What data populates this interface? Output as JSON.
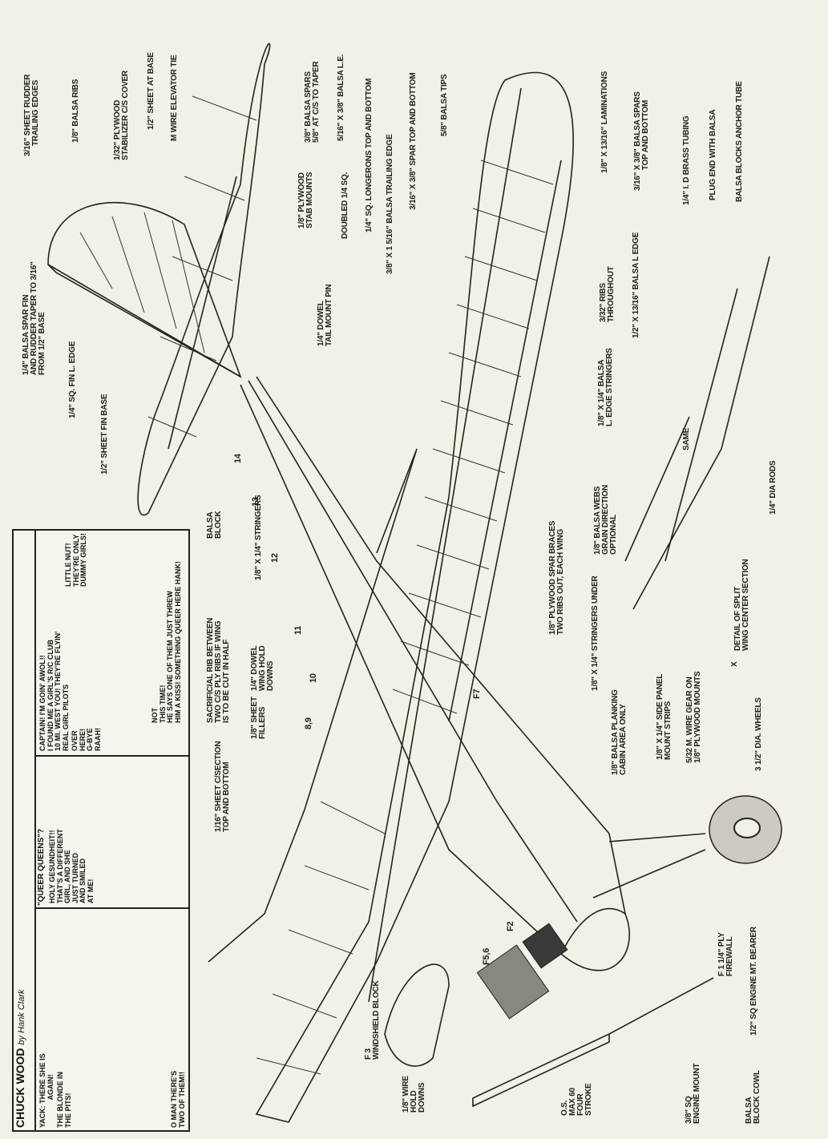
{
  "labels": [
    {
      "text": "3/16\" SHEET RUDDER\n     TRAILING EDGES"
    },
    {
      "text": "1/8\" BALSA RIBS"
    },
    {
      "text": "1/32\" PLYWOOD\nSTABILIZER C/S COVER"
    },
    {
      "text": "1/2\" SHEET AT BASE"
    },
    {
      "text": "M WIRE ELEVATOR TIE"
    },
    {
      "text": "3/8\" BALSA SPARS\n5/8\" AT C/S TO TAPER"
    },
    {
      "text": "5/16\" X 3/8\" BALSA L.E."
    },
    {
      "text": "1/4\" BALSA SPAR FIN\nAND RUDDER TAPER TO 3/16\"\nFROM 1/2\" BASE"
    },
    {
      "text": "1/4\" SQ. FIN L. EDGE"
    },
    {
      "text": "1/2\" SHEET FIN BASE"
    },
    {
      "text": "1/8\" PLYWOOD\nSTAB MOUNTS"
    },
    {
      "text": "DOUBLED 1/4 SQ."
    },
    {
      "text": "1/4\" DOWEL\nTAIL MOUNT PIN"
    },
    {
      "text": "1/4\" SQ. LONGERONS TOP AND BOTTOM"
    },
    {
      "text": "3/8\" X 1 5/16\" BALSA TRAILING EDGE"
    },
    {
      "text": "3/16\" X 3/8\" SPAR TOP AND BOTTOM"
    },
    {
      "text": "5/8\" BALSA TIPS"
    },
    {
      "text": "1/8\" X 13/16\" LAMINATIONS"
    },
    {
      "text": "3/16\" X 3/8\" BALSA SPARS\n          TOP AND BOTTOM"
    },
    {
      "text": "1/4\" I. D BRASS TUBING"
    },
    {
      "text": "PLUG END WITH BALSA"
    },
    {
      "text": "BALSA BLOCKS ANCHOR TUBE"
    },
    {
      "text": "3/32\" RIBS\nTHROUGHOUT"
    },
    {
      "text": "1/2\" X 13/16\" BALSA L EDGE"
    },
    {
      "text": "1/8\" X 1/4\" BALSA\nL. EDGE STRINGERS"
    },
    {
      "text": "1/8\" BALSA WEBS\nGRAIN DIRECTION\nOPTIONAL"
    },
    {
      "text": "1/8\" PLYWOOD SPAR BRACES\nTWO RIBS OUT, EACH WING"
    },
    {
      "text": "1/8\" X 1/4\" STRINGERS UNDER"
    },
    {
      "text": "1/8\" BALSA PLANKING\nCABIN AREA ONLY"
    },
    {
      "text": "1/8\" X 1/4\" SIDE PANEL\nMOUNT STRIPS"
    },
    {
      "text": "5/32 M. WIRE GEAR ON\n1/8\" PLYWOOD MOUNTS"
    },
    {
      "text": "X"
    },
    {
      "text": "DETAIL OF SPLIT\nWING CENTER SECTION"
    },
    {
      "text": "3 1/2\" DIA. WHEELS"
    },
    {
      "text": "1/4\" DIA RODS"
    },
    {
      "text": "SAME"
    },
    {
      "text": "F 1 1/4\" PLY\nFIREWALL"
    },
    {
      "text": "1/2\" SQ ENGINE MT. BEARER"
    },
    {
      "text": "BALSA\nBLOCK"
    },
    {
      "text": "SACRIFICIAL RIB BETWEEN\nTWO C/S PLY RIBS IF WING\nIS TO BE CUT IN HALF"
    },
    {
      "text": "1/4\" DOWEL\nWING HOLD\nDOWNS"
    },
    {
      "text": "1/8\" X 1/4\" STRINGERS"
    },
    {
      "text": "1/8\" SHEET\nFILLERS"
    },
    {
      "text": "1/16\" SHEET C/SECTION\nTOP AND BOTTOM"
    },
    {
      "text": "F 3\nWINDSHIELD BLOCK"
    },
    {
      "text": "1/8\" WIRE\nHOLD\nDOWNS"
    },
    {
      "text": "O.S.\nMAX 60\nFOUR\nSTROKE"
    },
    {
      "text": "3/8\" SQ\nENGINE MOUNT"
    },
    {
      "text": "BALSA\nBLOCK COWL"
    },
    {
      "text": "F5,6"
    },
    {
      "text": "F2"
    },
    {
      "text": "F7"
    }
  ],
  "former_numbers": [
    "14",
    "13",
    "12",
    "11",
    "10",
    "8,9"
  ],
  "comic": {
    "title": "CHUCK WOOD",
    "byline": "by Hank Clark",
    "caption": "\"QUEER QUEENS\"?",
    "panel1_top": "YACK: THERE SHE IS\n              AGAIN!",
    "panel1_mid": "THE BLONDE IN\nTHE PITS!",
    "panel1_bottom": "O MAN THERE'S\nTWO OF THEM!!",
    "panel2": "HOLY GESUNDHEIT!!\nTHAT'S A DIFFERENT\nGIRL, AND SHE\nJUST TURNED\nAND SMILED\nAT ME!",
    "panel3_top": "CAPTAIN! I'M GOIN' AWOL!!\nI FOUND ME A GIRL'S R/C CLUB\n10 MI. WEST YOU! THEY'RE FLYIN'\nREAL GIRL PILOTS",
    "panel3_over": "OVER\nHERE!\nG-BYE\nRAAH!",
    "panel3_nut": "LITTLE NUT!\nTHEY'RE ONLY\nDUMMY GIRLS!",
    "panel3_bottom": "NOT\nTHIS TIME!\nHE SAYS ONE OF THEM JUST THREW\nHIM A KISS! SOMETHING QUEER HERE HANK!"
  },
  "colors": {
    "paper": "#f3f0e6",
    "ink": "#1d1d1d"
  }
}
